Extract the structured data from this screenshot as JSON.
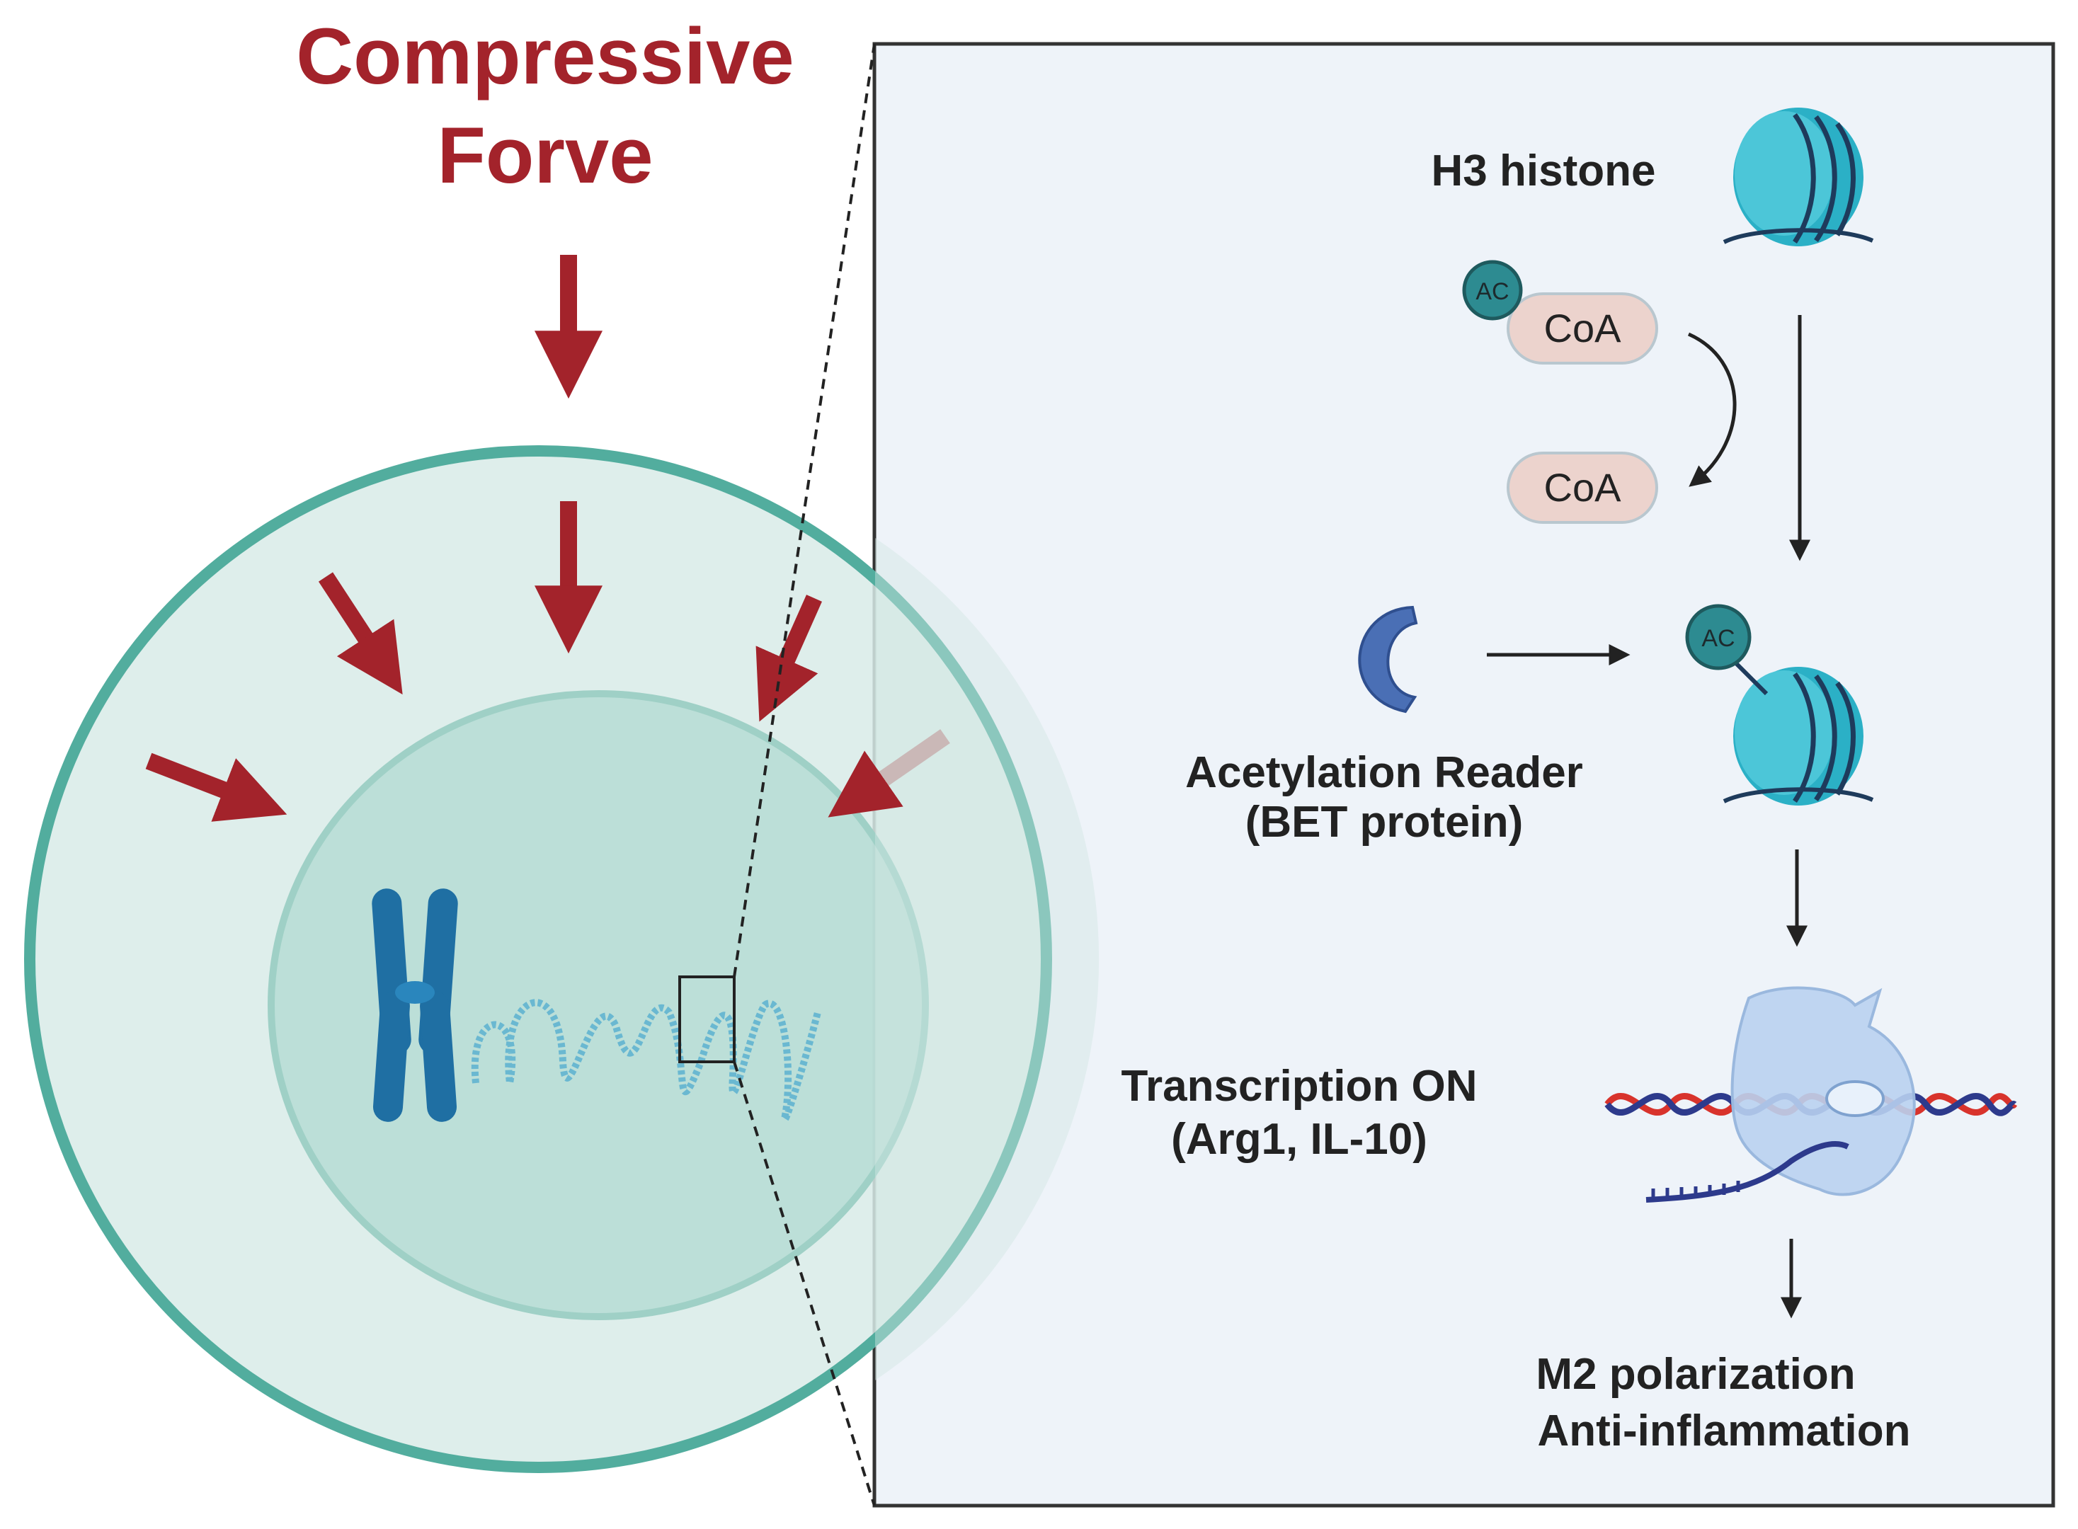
{
  "title": {
    "line1": "Compressive",
    "line2": "Forve"
  },
  "panel": {
    "h3_histone": "H3 histone",
    "ac_label": "AC",
    "coa_top": "CoA",
    "coa_bottom": "CoA",
    "ac_label_2": "AC",
    "reader_line1": "Acetylation Reader",
    "reader_line2": "(BET protein)",
    "transcription_line1": "Transcription ON",
    "transcription_line2": "(Arg1, IL-10)",
    "outcome_line1": "M2 polarization",
    "outcome_line2": "Anti-inflammation"
  },
  "colors": {
    "force_arrow": "#a3232b",
    "cell_border": "#52ad9e",
    "cell_fill": "#d8ebe7",
    "nucleus_fill": "#b6dcd5",
    "panel_fill": "#eef3f9",
    "panel_border": "#333333",
    "chromosome": "#1f6fa3",
    "chromatin": "#6ab8d1",
    "nucleosome": "#2bb0c6",
    "coa_pill": "#ecd3cd",
    "ac_circle": "#2d8b91",
    "reader": "#4a6fb5",
    "polymerase": "#b9d2ef"
  }
}
